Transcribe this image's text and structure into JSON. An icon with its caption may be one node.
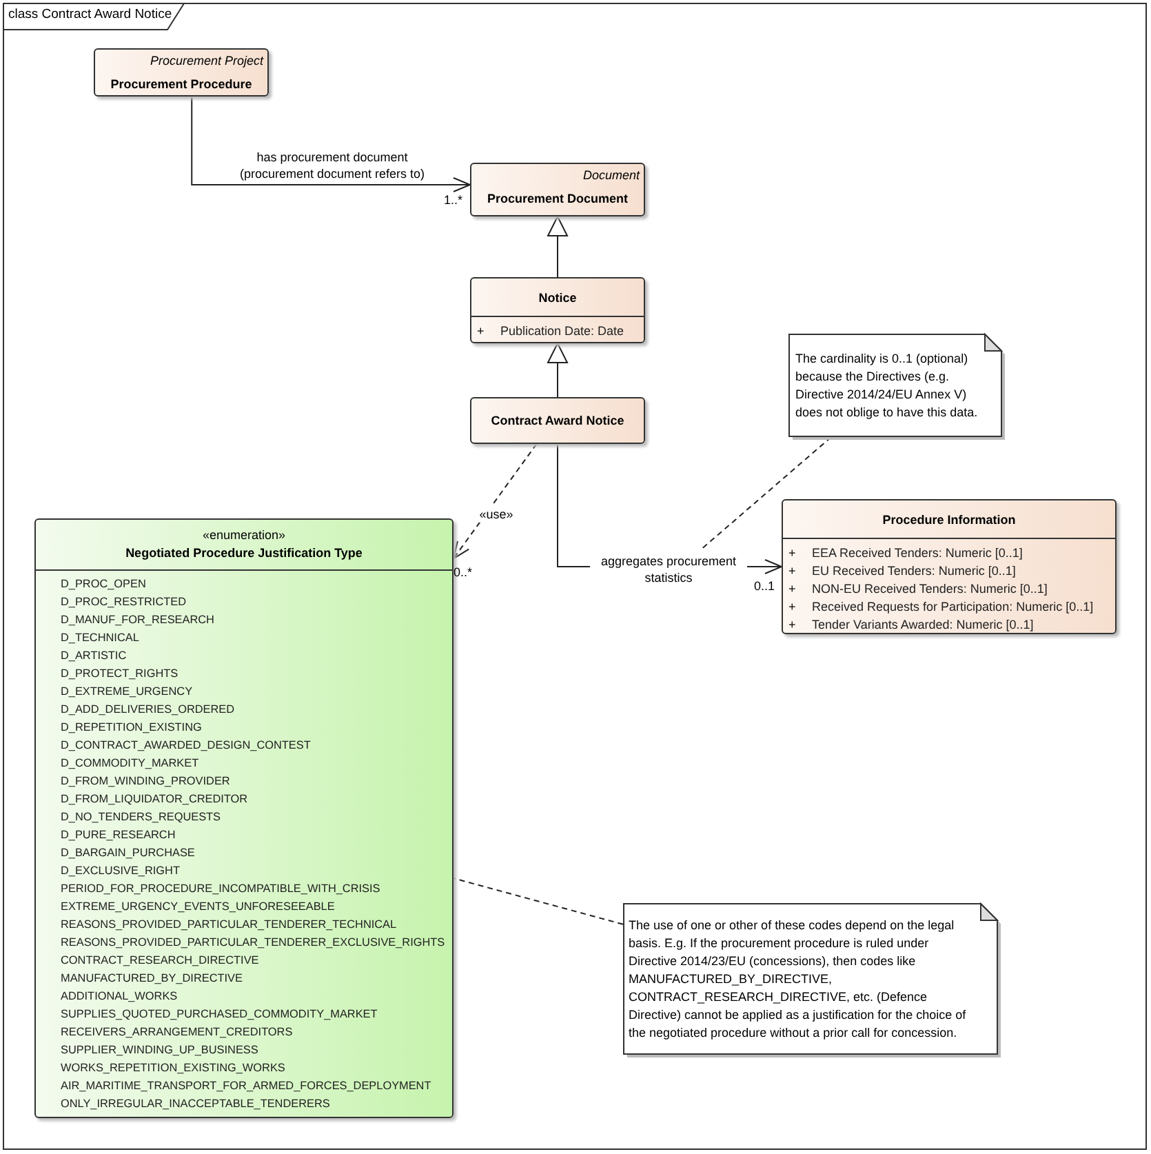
{
  "diagram": {
    "title": "class Contract Award Notice",
    "nodes": [
      {
        "text": [
          "Procurement Project",
          "Procurement Procedure"
        ]
      },
      {
        "text": [
          "Document",
          "Procurement Document"
        ]
      },
      {
        "text": [
          "Notice",
          "+",
          "Publication Date: Date"
        ]
      },
      {
        "text": [
          "Contract Award Notice"
        ]
      },
      {
        "text": [
          "The cardinality is 0..1 (optional) because the Directives (e.g. Directive 2014/24/EU Annex V) does not oblige to have this data."
        ]
      },
      {
        "text": [
          "Procedure Information",
          "+",
          "EEA Received Tenders: Numeric [0..1]",
          "+",
          "EU Received Tenders: Numeric [0..1]",
          "+",
          "NON-EU Received Tenders: Numeric [0..1]",
          "+",
          "Received Requests for Participation: Numeric [0..1]",
          "+",
          "Tender Variants Awarded: Numeric [0..1]"
        ]
      },
      {
        "text": [
          "«enumeration»",
          "Negotiated Procedure Justification Type",
          "D_PROC_OPEN",
          "D_PROC_RESTRICTED",
          "D_MANUF_FOR_RESEARCH",
          "D_TECHNICAL",
          "D_ARTISTIC",
          "D_PROTECT_RIGHTS",
          "D_EXTREME_URGENCY",
          "D_ADD_DELIVERIES_ORDERED",
          "D_REPETITION_EXISTING",
          "D_CONTRACT_AWARDED_DESIGN_CONTEST",
          "D_COMMODITY_MARKET",
          "D_FROM_WINDING_PROVIDER",
          "D_FROM_LIQUIDATOR_CREDITOR",
          "D_NO_TENDERS_REQUESTS",
          "D_PURE_RESEARCH",
          "D_BARGAIN_PURCHASE",
          "D_EXCLUSIVE_RIGHT",
          "PERIOD_FOR_PROCEDURE_INCOMPATIBLE_WITH_CRISIS",
          "EXTREME_URGENCY_EVENTS_UNFORESEEABLE",
          "REASONS_PROVIDED_PARTICULAR_TENDERER_TECHNICAL",
          "REASONS_PROVIDED_PARTICULAR_TENDERER_EXCLUSIVE_RIGHTS",
          "CONTRACT_RESEARCH_DIRECTIVE",
          "MANUFACTURED_BY_DIRECTIVE",
          "ADDITIONAL_WORKS",
          "SUPPLIES_QUOTED_PURCHASED_COMMODITY_MARKET",
          "RECEIVERS_ARRANGEMENT_CREDITORS",
          "SUPPLIER_WINDING_UP_BUSINESS",
          "WORKS_REPETITION_EXISTING_WORKS",
          "AIR_MARITIME_TRANSPORT_FOR_ARMED_FORCES_DEPLOYMENT",
          "ONLY_IRREGULAR_INACCEPTABLE_TENDERERS"
        ]
      },
      {
        "text": [
          "The use of one or other of these codes depend on the legal basis. E.g. If the procurement procedure is ruled under Directive 2014/23/EU (concessions), then codes like MANUFACTURED_BY_DIRECTIVE, CONTRACT_RESEARCH_DIRECTIVE, etc. (Defence Directive) cannot be applied as a justification for the choice of the negotiated procedure without a prior call for concession."
        ]
      }
    ],
    "edges": [
      {
        "from": 0,
        "to": 1,
        "arrow": "to",
        "label": "has procurement document (procurement document refers to)"
      },
      {
        "from": 2,
        "to": 1,
        "arrow": "to"
      },
      {
        "from": 3,
        "to": 2,
        "arrow": "to"
      },
      {
        "from": 3,
        "to": 6,
        "arrow": "to",
        "style": "dashed",
        "label": "«use»"
      },
      {
        "from": 3,
        "to": 5,
        "arrow": "to",
        "label": "aggregates procurement statistics"
      },
      {
        "from": 4,
        "to": null,
        "arrow": "none",
        "style": "dashed"
      },
      {
        "from": 7,
        "to": 6,
        "arrow": "none",
        "style": "dashed"
      }
    ],
    "labels": [
      "1..*",
      "0..*",
      "0..1"
    ]
  }
}
